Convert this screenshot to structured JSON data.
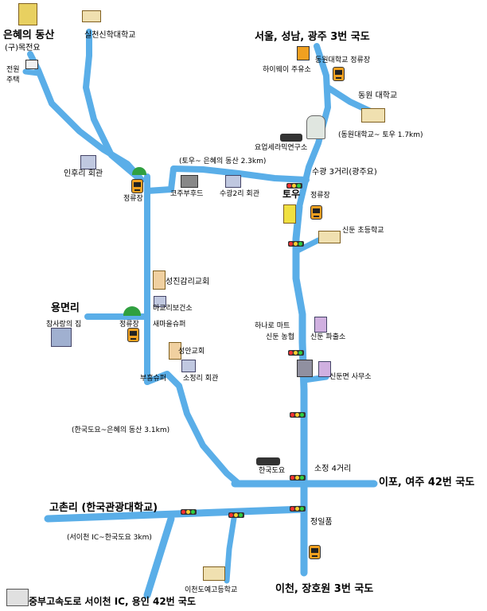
{
  "labels": {
    "eunhye_dongsan": "은혜의 동산",
    "old_mokjeonyo": "(구)목전요",
    "jeonwon_jutaek_1": "전원",
    "jeonwon_jutaek_2": "주택",
    "silcheon_seminary": "실천신학대학교",
    "seoul_route3": "서울, 성남, 광주 3번 국도",
    "dongwon_bus_stop": "동원대학교 정류장",
    "highway_gas": "하이웨이 주유소",
    "dongwon_univ": "동원 대학교",
    "dist_dongwon_tou": "(동원대학교~ 토우 1.7km)",
    "yoyang_center": "요업세라믹연구소",
    "dist_tou_eunhye": "(토우~ 은혜의 동산 2.3km)",
    "inhuri_hall": "인후리 회관",
    "bus_stop_1": "정류장",
    "kojoo_food": "코주부후드",
    "suwang2_hall": "수광2리 회관",
    "tou": "토우",
    "suwang_junction": "수광 3거리(광주요)",
    "bus_stop_2": "정류장",
    "sinun_elem": "신둔 초등학교",
    "seongjin_church": "성진감리교회",
    "yongmyeon": "용면리",
    "magyori_clinic": "마교리보건소",
    "chamsarang_house": "참사랑의 집",
    "bus_stop_3": "정류장",
    "saemaeul_super": "새마을슈퍼",
    "hanaro_mart": "하나로 마트",
    "sinun_nonghyup": "신둔 농협",
    "sinun_police": "신둔 파출소",
    "seongan_church": "성안교회",
    "buheung_super": "부흥슈퍼",
    "sojeongri_hall": "소정리 회관",
    "sinun_office": "신둔면 사무소",
    "dist_hanguk_eunhye": "(한국도요~은혜의 동산 3.1km)",
    "hanguk_doyo": "한국도요",
    "sojeong_junction": "소정 4거리",
    "ipo_route42": "이포, 여주 42번 국도",
    "gochonri": "고촌리 (한국관광대학교)",
    "jeongilpum": "정일품",
    "dist_icheon_ic": "(서이천 IC~한국도요 3km)",
    "icheon_doye_school": "이천도예고등학교",
    "icheon_route3": "이천, 장호원 3번 국도",
    "expressway": "중부고속도로 서이천 IC, 용인 42번 국도"
  },
  "colors": {
    "road": "#5aaee8",
    "bus_stop": "#f0a020",
    "traffic_light": "#333333"
  }
}
